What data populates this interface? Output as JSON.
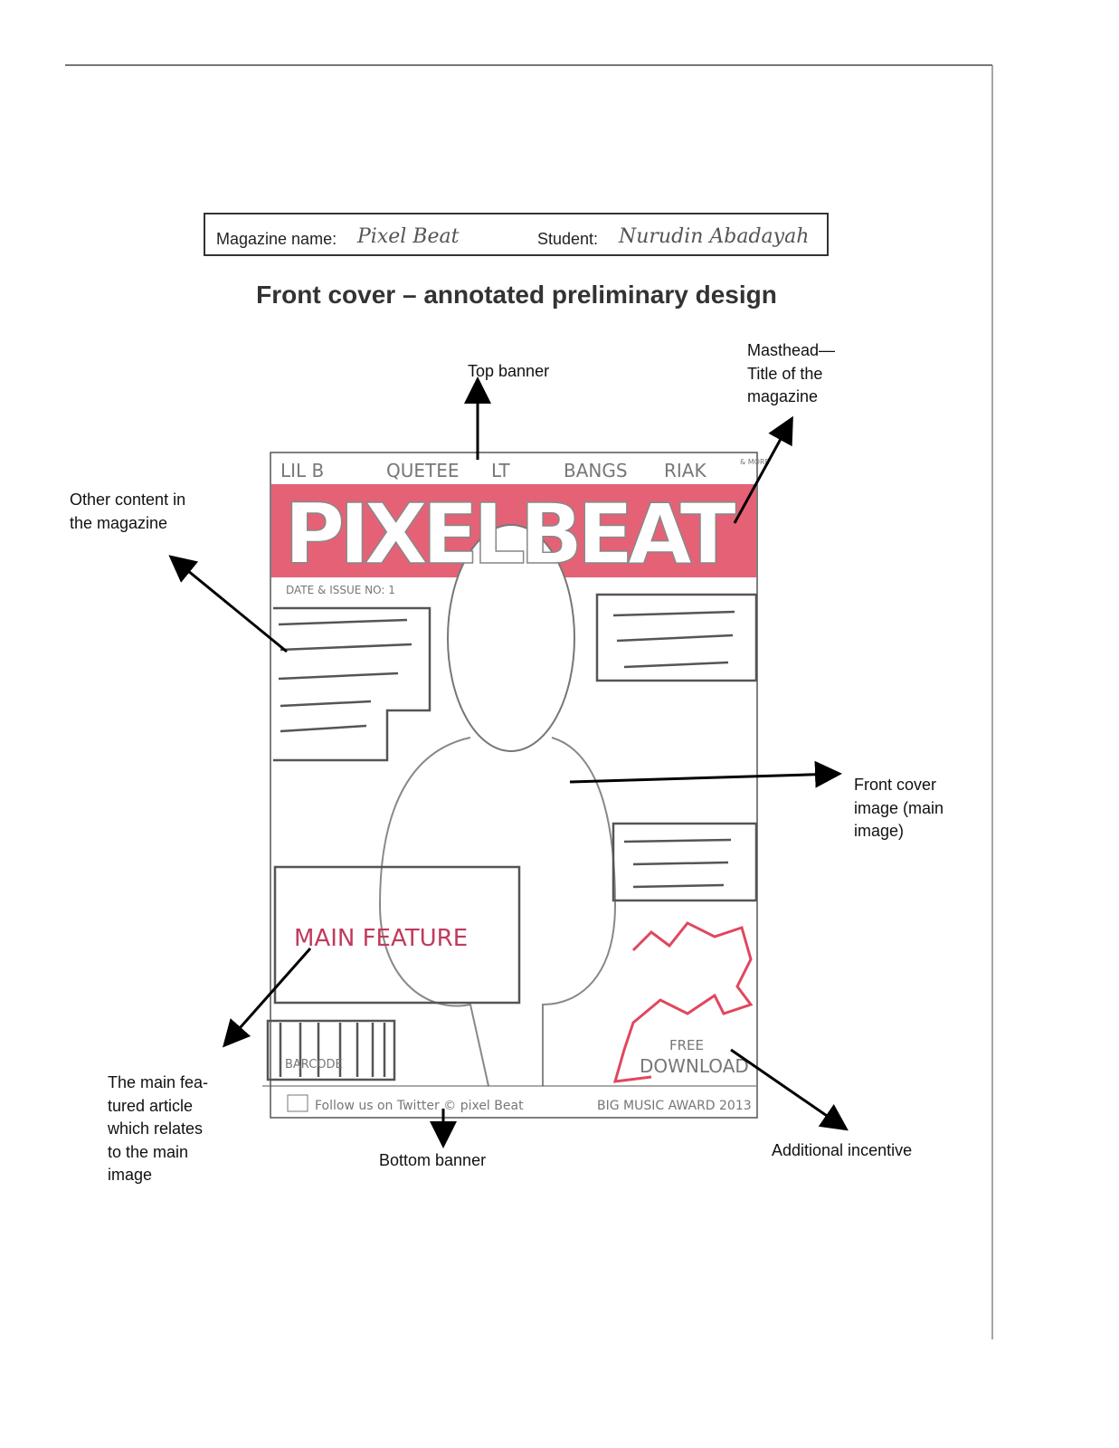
{
  "header": {
    "magazine_label": "Magazine name:",
    "magazine_value": "Pixel Beat",
    "student_label": "Student:",
    "student_value": "Nurudin Abadayah"
  },
  "title": "Front cover – annotated preliminary design",
  "sketch": {
    "top_banner_items": [
      "LIL B",
      "QUETEE",
      "LT",
      "BANGS",
      "RIAK",
      "& MORE"
    ],
    "masthead": "PIXELBEAT",
    "date_issue": "DATE & ISSUE NO: 1",
    "main_feature": "MAIN FEATURE",
    "barcode": "BARCODE",
    "incentive_line1": "FREE",
    "incentive_line2": "DOWNLOAD",
    "bottom_left": "Follow us on Twitter © pixel Beat",
    "bottom_right": "BIG MUSIC AWARD 2013",
    "accent_color": "#e0475e"
  },
  "annotations": {
    "top_banner": "Top banner",
    "masthead": [
      "Masthead—",
      "Title of the",
      "magazine"
    ],
    "other_content": [
      "Other content in",
      "the magazine"
    ],
    "front_cover_image": [
      "Front cover",
      "image (main",
      "image)"
    ],
    "main_feature": [
      "The main fea-",
      "tured article",
      "which relates",
      "to the main",
      "image"
    ],
    "bottom_banner": "Bottom banner",
    "additional_incentive": "Additional incentive"
  }
}
